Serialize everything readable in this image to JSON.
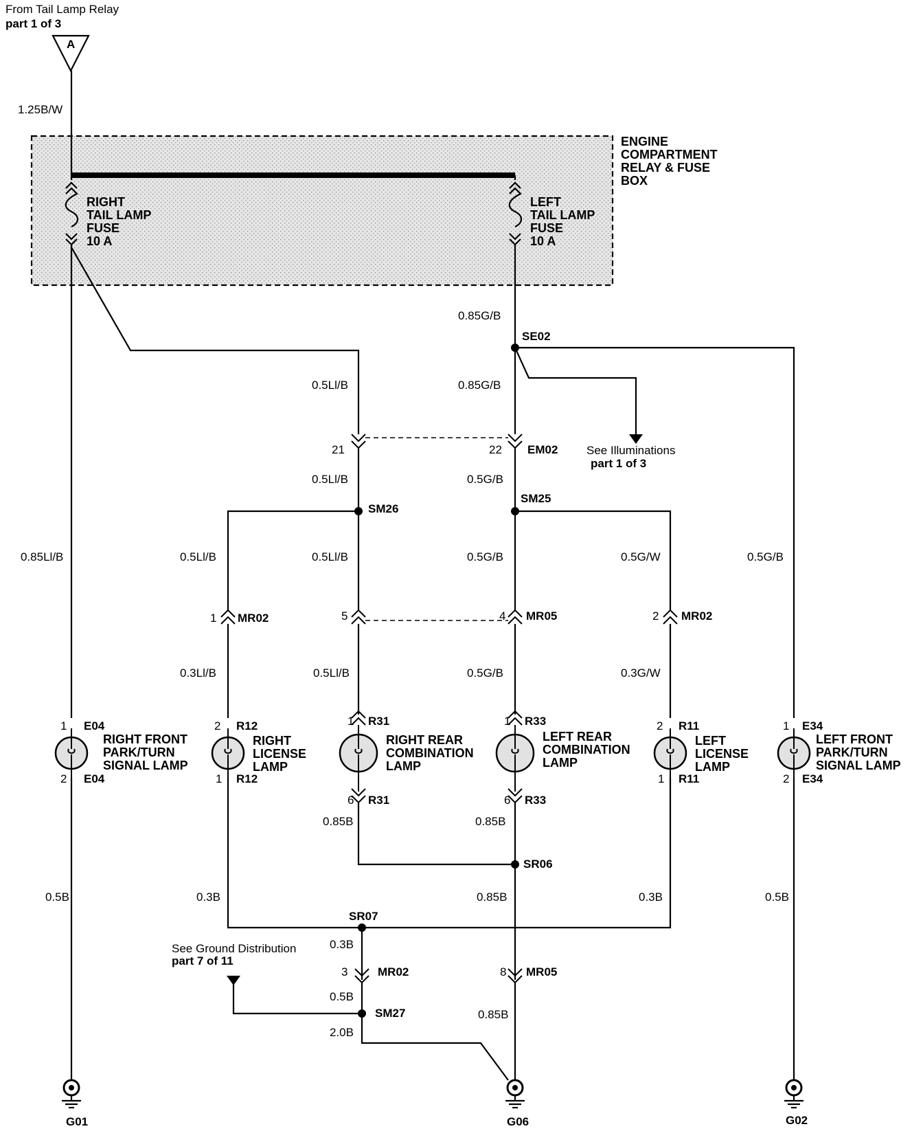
{
  "source": {
    "from_text": "From Tail Lamp Relay",
    "part_text": "part 1 of 3",
    "connector_letter": "A"
  },
  "box": {
    "label_lines": [
      "ENGINE",
      "COMPARTMENT",
      "RELAY & FUSE",
      "BOX"
    ]
  },
  "fuses": {
    "right": {
      "lines": [
        "RIGHT",
        "TAIL LAMP",
        "FUSE",
        "10 A"
      ]
    },
    "left": {
      "lines": [
        "LEFT",
        "TAIL LAMP",
        "FUSE",
        "10 A"
      ]
    }
  },
  "wires": {
    "feed": "1.25B/W",
    "left_fuse_out": "0.85G/B",
    "right_to_21": "0.5Ll/B",
    "se02_to_22": "0.85G/B",
    "right_front_feed": "0.85Ll/B",
    "left_front_feed": "0.5G/B",
    "c21_to_sm26": "0.5Ll/B",
    "c22_to_sm25": "0.5G/B",
    "sm26_left": "0.5Ll/B",
    "sm26_down": "0.5Ll/B",
    "sm25_down": "0.5G/B",
    "sm25_right": "0.5G/W",
    "mr02_1_down": "0.3Ll/B",
    "c5_down": "0.5Ll/B",
    "mr05_4_down": "0.5G/B",
    "mr02_2_down": "0.3G/W",
    "r31_out": "0.85B",
    "r33_out": "0.85B",
    "rf_ground": "0.5B",
    "rl_ground": "0.3B",
    "sr06_down": "0.85B",
    "ll_ground": "0.3B",
    "lf_ground": "0.5B",
    "sr07_down": "0.3B",
    "mr02_3_down": "0.5B",
    "sm27_down": "2.0B",
    "mr05_8_down": "0.85B"
  },
  "splices": {
    "se02": "SE02",
    "sm26": "SM26",
    "sm25": "SM25",
    "sr06": "SR06",
    "sr07": "SR07",
    "sm27": "SM27"
  },
  "connectors": {
    "c21_pin": "21",
    "em02_pin": "22",
    "em02": "EM02",
    "mr02_pin1": "1",
    "mr02_a": "MR02",
    "c5_pin": "5",
    "mr05_pin4": "4",
    "mr05_a": "MR05",
    "mr02_pin2": "2",
    "mr02_b": "MR02",
    "mr02_pin3": "3",
    "mr02_c": "MR02",
    "mr05_pin8": "8",
    "mr05_b": "MR05"
  },
  "lamps": {
    "right_front": {
      "lines": [
        "RIGHT FRONT",
        "PARK/TURN",
        "SIGNAL LAMP"
      ],
      "top_pin": "1",
      "top_conn": "E04",
      "bot_pin": "2",
      "bot_conn": "E04"
    },
    "right_license": {
      "lines": [
        "RIGHT",
        "LICENSE",
        "LAMP"
      ],
      "top_pin": "2",
      "top_conn": "R12",
      "bot_pin": "1",
      "bot_conn": "R12"
    },
    "right_rear": {
      "lines": [
        "RIGHT REAR",
        "COMBINATION",
        "LAMP"
      ],
      "top_pin": "1",
      "top_conn": "R31",
      "bot_pin": "6",
      "bot_conn": "R31"
    },
    "left_rear": {
      "lines": [
        "LEFT REAR",
        "COMBINATION",
        "LAMP"
      ],
      "top_pin": "1",
      "top_conn": "R33",
      "bot_pin": "6",
      "bot_conn": "R33"
    },
    "left_license": {
      "lines": [
        "LEFT",
        "LICENSE",
        "LAMP"
      ],
      "top_pin": "2",
      "top_conn": "R11",
      "bot_pin": "1",
      "bot_conn": "R11"
    },
    "left_front": {
      "lines": [
        "LEFT FRONT",
        "PARK/TURN",
        "SIGNAL LAMP"
      ],
      "top_pin": "1",
      "top_conn": "E34",
      "bot_pin": "2",
      "bot_conn": "E34"
    }
  },
  "refs": {
    "illum": {
      "text": "See Illuminations",
      "part": "part 1 of 3"
    },
    "ground_dist": {
      "text": "See Ground Distribution",
      "part": "part 7 of 11"
    }
  },
  "grounds": {
    "g01": "G01",
    "g06": "G06",
    "g02": "G02"
  }
}
